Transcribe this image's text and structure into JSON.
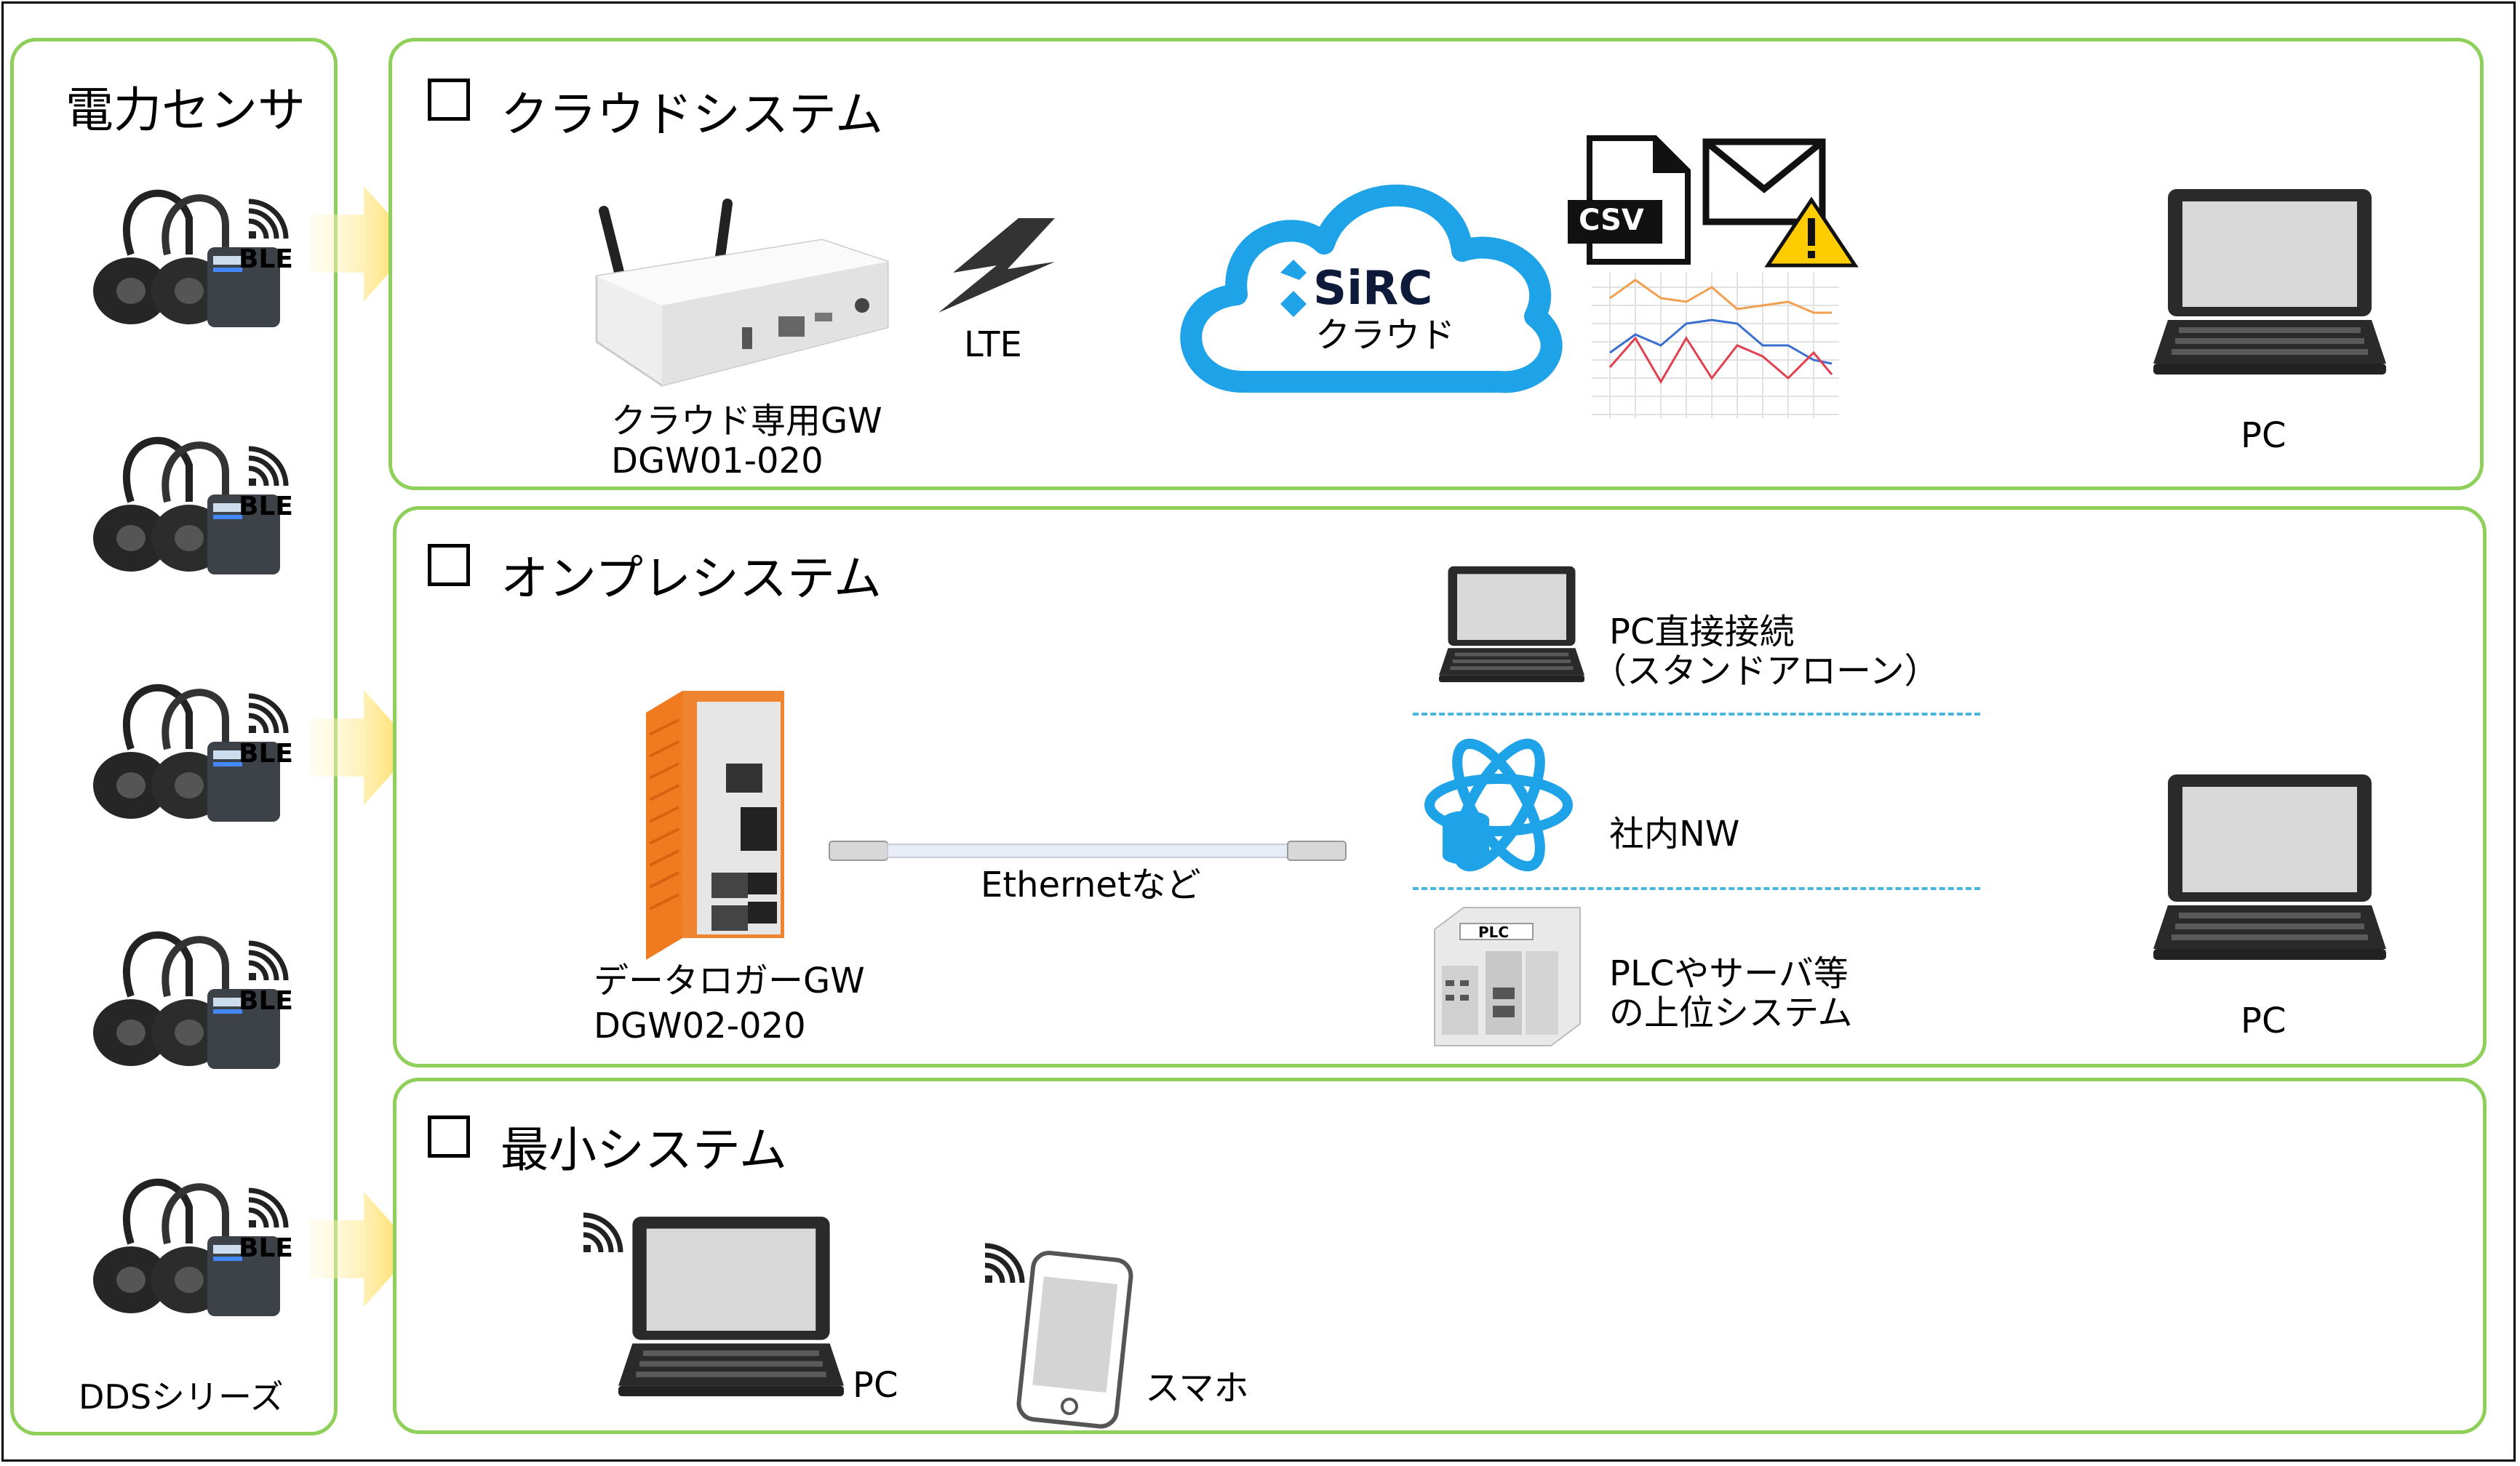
{
  "sensor_column": {
    "title": "電力センサ",
    "ble_label": "BLE",
    "footer": "DDSシリーズ"
  },
  "cloud_system": {
    "title": "クラウドシステム",
    "gateway_name": "クラウド専用GW",
    "gateway_model": "DGW01-020",
    "link_label": "LTE",
    "cloud_brand": "SiRC",
    "cloud_label": "クラウド",
    "csv_label": "CSV",
    "pc_label": "PC"
  },
  "onpremise_system": {
    "title": "オンプレシステム",
    "logger_name": "データロガーGW",
    "logger_model": "DGW02-020",
    "cable_label": "Ethernetなど",
    "target_direct_line1": "PC直接接続",
    "target_direct_line2": "（スタンドアローン）",
    "target_network": "社内NW",
    "target_plc_line1": "PLCやサーバ等",
    "target_plc_line2": "の上位システム",
    "plc_badge": "PLC",
    "pc_label": "PC"
  },
  "minimal_system": {
    "title": "最小システム",
    "pc_label": "PC",
    "phone_label": "スマホ"
  },
  "colors": {
    "panel_border": "#8fd05a",
    "arrow_start": "#fff6cc",
    "arrow_end": "#ffd84a",
    "cloud_blue": "#1fa3e8",
    "separator": "#48b6dc"
  }
}
